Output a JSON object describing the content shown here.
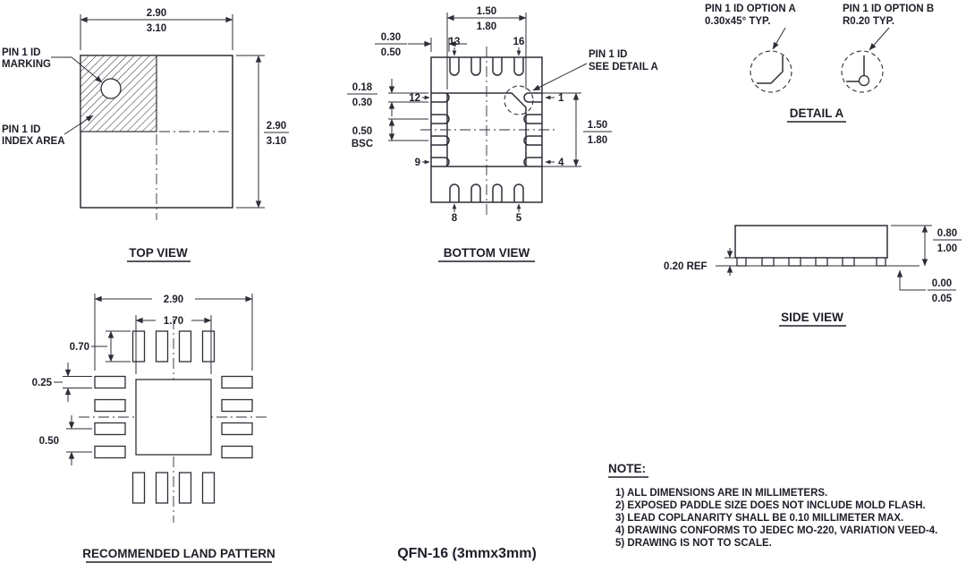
{
  "doc_title": "QFN-16 (3mmx3mm)",
  "top_view": {
    "title": "TOP VIEW",
    "dim_width": {
      "upper": "2.90",
      "lower": "3.10"
    },
    "dim_height": {
      "upper": "2.90",
      "lower": "3.10"
    },
    "pin1_marking_label": {
      "line1": "PIN 1 ID",
      "line2": "MARKING"
    },
    "pin1_index_label": {
      "line1": "PIN 1 ID",
      "line2": "INDEX AREA"
    }
  },
  "bottom_view": {
    "title": "BOTTOM VIEW",
    "dim_pad_width": {
      "upper": "1.50",
      "lower": "1.80"
    },
    "dim_pad_height": {
      "upper": "1.50",
      "lower": "1.80"
    },
    "dim_lead_length": {
      "upper": "0.30",
      "lower": "0.50"
    },
    "dim_lead_width": {
      "upper": "0.18",
      "lower": "0.30"
    },
    "dim_pitch": {
      "upper": "0.50",
      "lower": "BSC"
    },
    "pin1_label": {
      "line1": "PIN 1 ID",
      "line2": "SEE DETAIL A"
    },
    "pins": {
      "p13": "13",
      "p16": "16",
      "p12": "12",
      "p1": "1",
      "p9": "9",
      "p4": "4",
      "p8": "8",
      "p5": "5"
    }
  },
  "detail_a": {
    "title": "DETAIL A",
    "option_a": {
      "line1": "PIN 1 ID OPTION A",
      "line2": "0.30x45° TYP."
    },
    "option_b": {
      "line1": "PIN 1 ID OPTION B",
      "line2": "R0.20 TYP."
    }
  },
  "side_view": {
    "title": "SIDE VIEW",
    "dim_height": {
      "upper": "0.80",
      "lower": "1.00"
    },
    "dim_lead_thickness": "0.20 REF",
    "dim_standoff": {
      "upper": "0.00",
      "lower": "0.05"
    }
  },
  "land_pattern": {
    "title": "RECOMMENDED LAND PATTERN",
    "dim_outer": "2.90",
    "dim_center_pad": "1.70",
    "dim_pad_length": "0.70",
    "dim_pad_width": "0.25",
    "dim_pitch": "0.50"
  },
  "notes": {
    "heading": "NOTE:",
    "items": [
      "1) ALL DIMENSIONS ARE IN MILLIMETERS.",
      "2) EXPOSED PADDLE SIZE DOES NOT INCLUDE MOLD FLASH.",
      "3) LEAD COPLANARITY SHALL BE 0.10 MILLIMETER MAX.",
      "4) DRAWING CONFORMS TO JEDEC MO-220, VARIATION VEED-4.",
      "5) DRAWING IS NOT TO SCALE."
    ]
  }
}
